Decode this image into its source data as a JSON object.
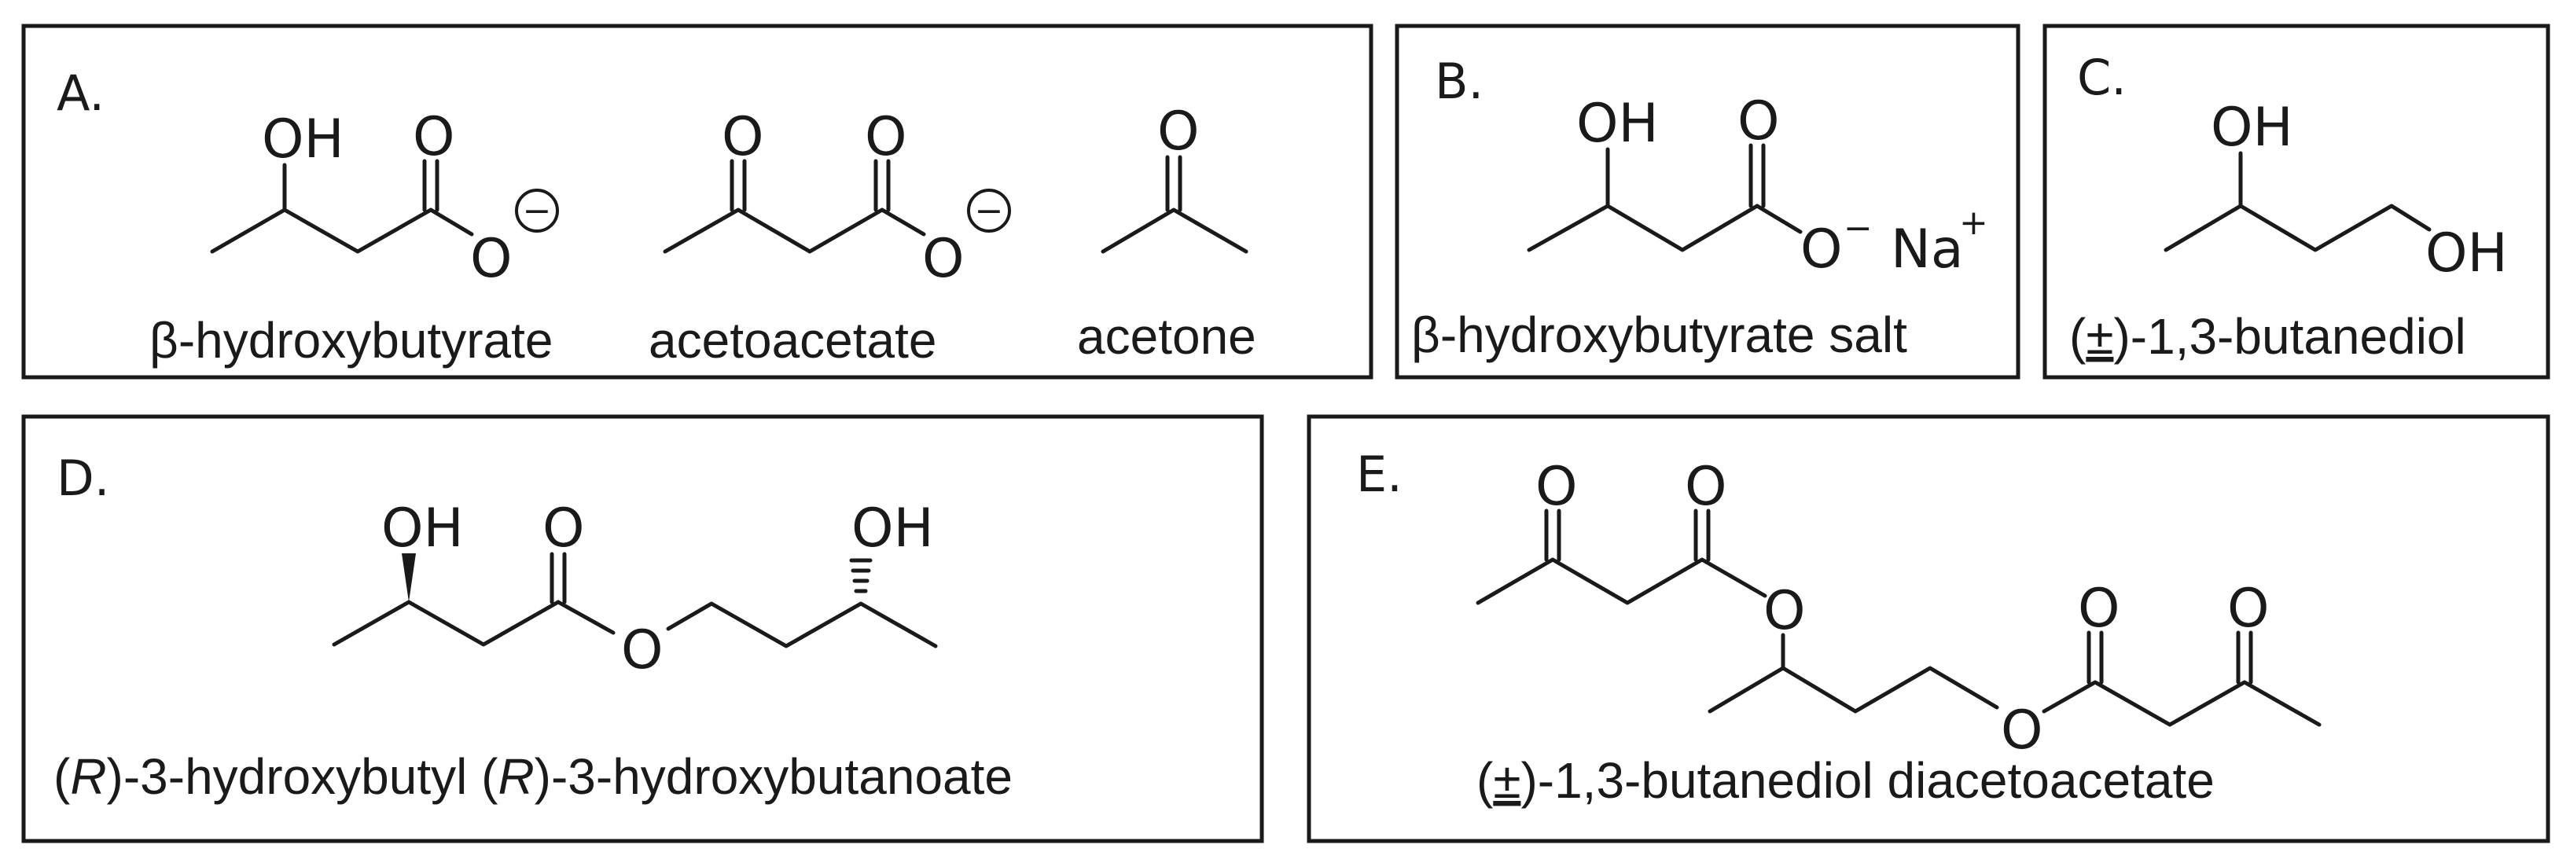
{
  "panels": {
    "A": {
      "label": "A.",
      "compounds": [
        {
          "name": "β-hydroxybutyrate",
          "atoms": {
            "hydroxyl": "OH",
            "carbonyl_o": "O",
            "ester_o": "O",
            "charge": "−"
          }
        },
        {
          "name": "acetoacetate",
          "atoms": {
            "keto_o": "O",
            "carbonyl_o": "O",
            "ester_o": "O",
            "charge": "−"
          }
        },
        {
          "name": "acetone",
          "atoms": {
            "carbonyl_o": "O"
          }
        }
      ]
    },
    "B": {
      "label": "B.",
      "name": "β-hydroxybutyrate salt",
      "atoms": {
        "hydroxyl": "OH",
        "carbonyl_o": "O",
        "ester_o": "O",
        "o_charge": "−",
        "counterion": "Na",
        "counterion_charge": "+"
      }
    },
    "C": {
      "label": "C.",
      "name_prefix": "(",
      "name_pm": "±",
      "name_suffix": ")-1,3-butanediol",
      "atoms": {
        "hydroxyl_1": "OH",
        "hydroxyl_2": "OH"
      }
    },
    "D": {
      "label": "D.",
      "name_parts": [
        "(",
        "R",
        ")-3-hydroxybutyl (",
        "R",
        ")-3-hydroxybutanoate"
      ],
      "atoms": {
        "hydroxyl_1": "OH",
        "carbonyl_o": "O",
        "ester_o": "O",
        "hydroxyl_2": "OH"
      }
    },
    "E": {
      "label": "E.",
      "name_prefix": "(",
      "name_pm": "±",
      "name_suffix": ")-1,3-butanediol diacetoacetate",
      "atoms": {
        "keto_o_1": "O",
        "carbonyl_o_1": "O",
        "ester_o_1": "O",
        "carbonyl_o_2": "O",
        "keto_o_2": "O",
        "ester_o_2": "O"
      }
    }
  }
}
